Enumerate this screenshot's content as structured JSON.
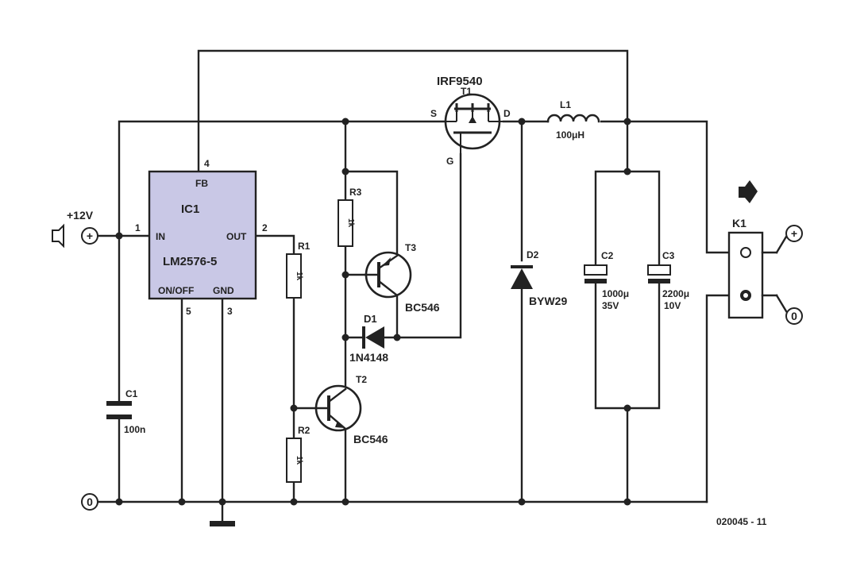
{
  "ic1": {
    "ref": "IC1",
    "part": "LM2576-5",
    "pin_fb": "FB",
    "pin_in": "IN",
    "pin_out": "OUT",
    "pin_onoff": "ON/OFF",
    "pin_gnd": "GND",
    "num_1": "1",
    "num_2": "2",
    "num_3": "3",
    "num_4": "4",
    "num_5": "5"
  },
  "input": {
    "voltage": "+12V",
    "plus": "+",
    "zero": "0"
  },
  "t1": {
    "ref": "T1",
    "part": "IRF9540",
    "pin_s": "S",
    "pin_d": "D",
    "pin_g": "G"
  },
  "l1": {
    "ref": "L1",
    "value": "100μH"
  },
  "r1": {
    "ref": "R1",
    "value": "1k"
  },
  "r2": {
    "ref": "R2",
    "value": "1k"
  },
  "r3": {
    "ref": "R3",
    "value": "1k"
  },
  "t2": {
    "ref": "T2",
    "part": "BC546"
  },
  "t3": {
    "ref": "T3",
    "part": "BC546"
  },
  "d1": {
    "ref": "D1",
    "part": "1N4148"
  },
  "d2": {
    "ref": "D2",
    "part": "BYW29"
  },
  "c1": {
    "ref": "C1",
    "value": "100n"
  },
  "c2": {
    "ref": "C2",
    "value": "1000μ",
    "voltage": "35V"
  },
  "c3": {
    "ref": "C3",
    "value": "2200μ",
    "voltage": "10V"
  },
  "k1": {
    "ref": "K1",
    "plus": "+",
    "zero": "0"
  },
  "footer": {
    "code": "020045 - 11"
  }
}
